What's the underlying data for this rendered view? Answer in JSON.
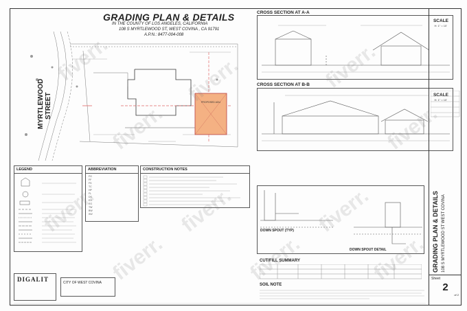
{
  "header": {
    "title": "GRADING PLAN & DETAILS",
    "county": "IN THE COUNTY OF LOS ANGELES, CALIFORNIA",
    "address": "108 S MYRTLEWOOD ST, WEST COVINA , CA 91791",
    "apn": "A.P.N.: 8477-004-008"
  },
  "plan": {
    "street_line1": "MYRTLEWOOD",
    "street_line2": "STREET",
    "proposed_label": "PROPOSED ADU"
  },
  "sections": {
    "aa_title": "CROSS SECTION AT A-A",
    "bb_title": "CROSS SECTION AT B-B",
    "scale_label": "SCALE",
    "scale_aa": "H: 1\" = 10'",
    "scale_bb": "H: 1\" = 10'"
  },
  "details": {
    "downspout_typ": "DOWN SPOUT (TYP)",
    "downspout_detail": "DOWN SPOUT DETAIL"
  },
  "legend": {
    "title": "LEGEND"
  },
  "abbreviation": {
    "title": "ABBREVIATION",
    "items": [
      "FG",
      "FF",
      "FS",
      "TC",
      "HP",
      "FL",
      "DS",
      "EX",
      "EG",
      "TW",
      "BW",
      "INV"
    ]
  },
  "construction_notes": {
    "title": "CONSTRUCTION NOTES",
    "count": 9
  },
  "cutfill": {
    "title": "CUT/FILL SUMMARY"
  },
  "soil": {
    "title": "SOIL NOTE"
  },
  "titleblock": {
    "vertical_title": "GRADING PLAN & DETAILS",
    "vertical_address": "108 S MYRTLEWOOD ST WEST COVINA",
    "sheet_label": "Sheet",
    "sheet_number": "2",
    "sheet_of": "of 2",
    "city": "CITY OF WEST COVINA",
    "stamp_name": "DIGALIT"
  },
  "watermark": {
    "text": "fiverr."
  },
  "colors": {
    "adu_fill": "#f4b183",
    "adu_stroke": "#c0504d",
    "property_line": "#e06666",
    "line": "#444444"
  }
}
